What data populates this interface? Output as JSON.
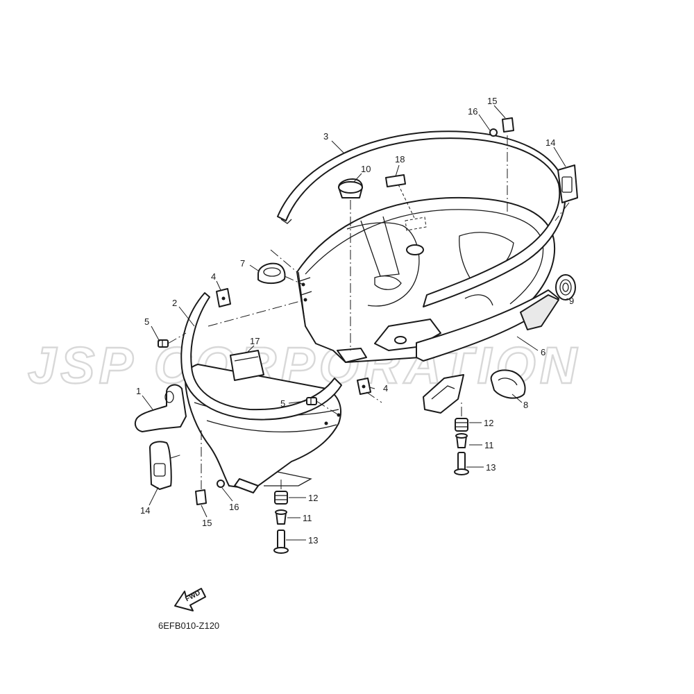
{
  "diagram": {
    "watermark": "JSP CORPORATION",
    "drawing_code": "6EFB010-Z120",
    "direction_arrow_label": "FWD",
    "callouts": [
      {
        "id": "c1",
        "label": "1"
      },
      {
        "id": "c2",
        "label": "2"
      },
      {
        "id": "c3",
        "label": "3"
      },
      {
        "id": "c4a",
        "label": "4"
      },
      {
        "id": "c4b",
        "label": "4"
      },
      {
        "id": "c5a",
        "label": "5"
      },
      {
        "id": "c5b",
        "label": "5"
      },
      {
        "id": "c6",
        "label": "6"
      },
      {
        "id": "c7",
        "label": "7"
      },
      {
        "id": "c8",
        "label": "8"
      },
      {
        "id": "c9",
        "label": "9"
      },
      {
        "id": "c10",
        "label": "10"
      },
      {
        "id": "c11a",
        "label": "11"
      },
      {
        "id": "c11b",
        "label": "11"
      },
      {
        "id": "c12a",
        "label": "12"
      },
      {
        "id": "c12b",
        "label": "12"
      },
      {
        "id": "c13a",
        "label": "13"
      },
      {
        "id": "c13b",
        "label": "13"
      },
      {
        "id": "c14a",
        "label": "14"
      },
      {
        "id": "c14b",
        "label": "14"
      },
      {
        "id": "c15a",
        "label": "15"
      },
      {
        "id": "c15b",
        "label": "15"
      },
      {
        "id": "c16a",
        "label": "16"
      },
      {
        "id": "c16b",
        "label": "16"
      },
      {
        "id": "c17",
        "label": "17"
      },
      {
        "id": "c18",
        "label": "18"
      }
    ]
  }
}
